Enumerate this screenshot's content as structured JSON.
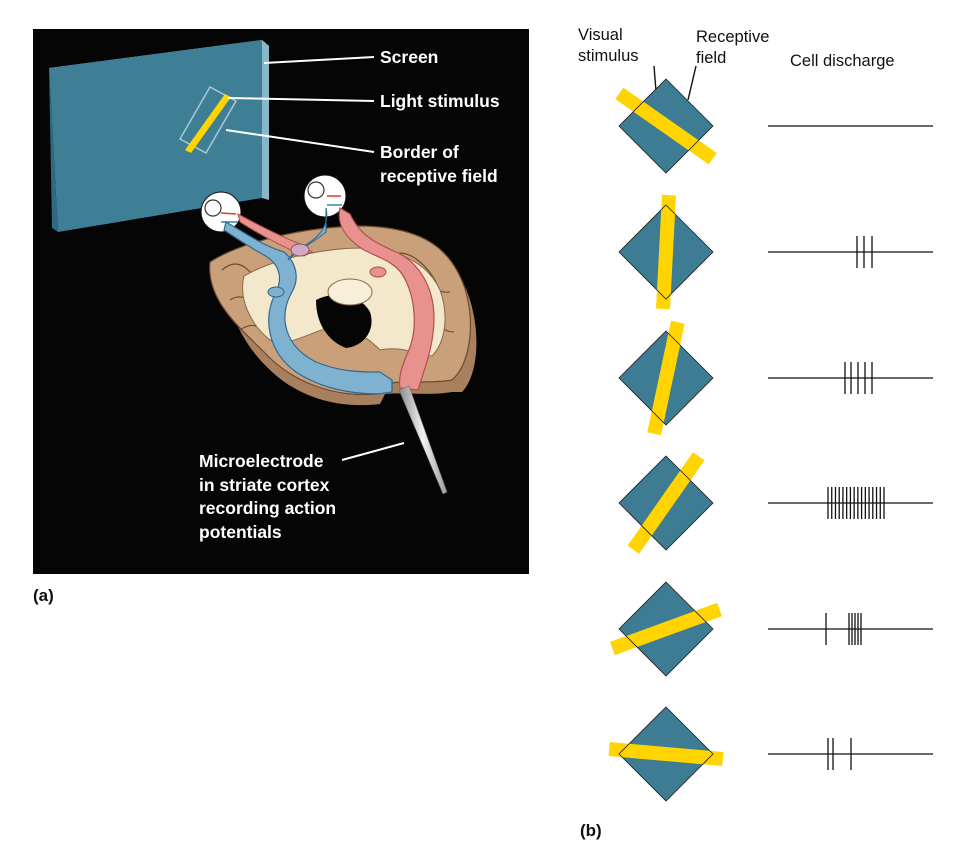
{
  "panel_a": {
    "tag": "(a)",
    "labels": {
      "screen": "Screen",
      "light_stimulus": "Light stimulus",
      "border_rf": [
        "Border of",
        "receptive field"
      ],
      "microelectrode": [
        "Microelectrode",
        "in striate cortex",
        "recording action",
        "potentials"
      ]
    }
  },
  "panel_b": {
    "tag": "(b)",
    "headers": {
      "visual_stimulus": [
        "Visual",
        "stimulus"
      ],
      "receptive_field": [
        "Receptive",
        "field"
      ],
      "cell_discharge": "Cell discharge"
    },
    "trials": [
      {
        "bar_angle_deg": -35,
        "spike_count": 0
      },
      {
        "bar_angle_deg": 87,
        "spike_count": 3
      },
      {
        "bar_angle_deg": 78,
        "spike_count": 5
      },
      {
        "bar_angle_deg": 55,
        "spike_count": 16
      },
      {
        "bar_angle_deg": 20,
        "spike_count": 6
      },
      {
        "bar_angle_deg": -5,
        "spike_count": 3
      }
    ]
  },
  "colors": {
    "background_a": "#050505",
    "screen": "#3e7f96",
    "receptive_field": "#3d7c93",
    "stimulus_bar": "#ffd400",
    "brain_tissue": "#c9a07a",
    "white_matter": "#f3e7cc",
    "blue_pathway": "#7fb1d0",
    "red_pathway": "#e9918e"
  }
}
